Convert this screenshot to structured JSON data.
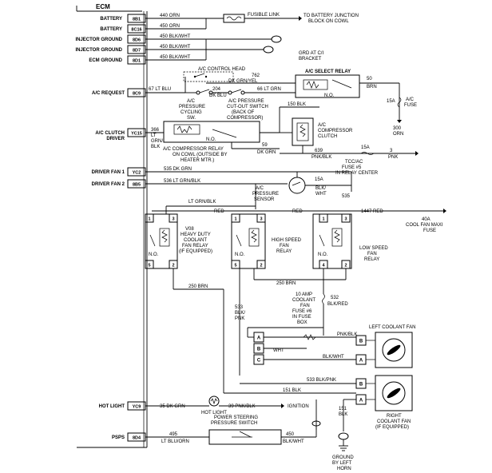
{
  "ecm": {
    "title": "ECM",
    "circuits": [
      {
        "name": "BATTERY",
        "pin": "8B1",
        "wire": "440 ORN"
      },
      {
        "name": "BATTERY",
        "pin": "8C16",
        "wire": "450 ORN"
      },
      {
        "name": "INJECTOR GROUND",
        "pin": "8D6",
        "wire": "450 BLK/WHT"
      },
      {
        "name": "INJECTOR GROUND",
        "pin": "8D7",
        "wire": "450 BLK/WHT"
      },
      {
        "name": "ECM GROUND",
        "pin": "8D1",
        "wire": "450 BLK/WHT"
      },
      {
        "name": "A/C REQUEST",
        "pin": "8C9",
        "wire": "67 LT BLU"
      },
      {
        "name": "A/C CLUTCH",
        "name2": "DRIVER",
        "pin": "YC15",
        "wire": "366",
        "wire2": "LT",
        "wire3": "GRN/",
        "wire4": "BLK"
      },
      {
        "name": "DRIVER FAN 1",
        "pin": "YC2",
        "wire": "535 DK GRN"
      },
      {
        "name": "DRIVER FAN 2",
        "pin": "8B5",
        "wire": "536 LT GRN/BLK"
      },
      {
        "name": "HOT LIGHT",
        "pin": "YC9",
        "wire": "35 DK GRN"
      },
      {
        "name": "PSPS",
        "pin": "8D4",
        "wire": "495",
        "wire2": "LT BLU/ORN"
      }
    ]
  },
  "top": {
    "fusible_link": "FUSIBLE LINK",
    "to_battery": "TO BATTERY JUNCTION",
    "to_battery2": "BLOCK ON COWL",
    "grd_l1": "GRD AT C/I",
    "grd_l2": "BRACKET"
  },
  "ac": {
    "control_head": "A/C CONTROL HEAD",
    "wire_762": "762",
    "wire_dkgrnyel": "DK GRN/YEL",
    "wire_204": "204",
    "wire_dkblu": "DK BLU",
    "wire_66": "66 LT GRN",
    "cycling_l1": "A/C",
    "cycling_l2": "PRESSURE",
    "cycling_l3": "CYCLING",
    "cycling_l4": "SW.",
    "cutout_l1": "A/C PRESSURE",
    "cutout_l2": "CUT-OUT SWITCH",
    "cutout_l3": "(BACK OF",
    "cutout_l4": "COMPRESSOR)",
    "select_relay": "A/C SELECT RELAY",
    "wire_50": "50",
    "wire_brn": "BRN",
    "fuse_15a": "15A",
    "fuse_l1": "A/C",
    "fuse_l2": "FUSE",
    "wire_300": "300",
    "wire_orn": "ORN",
    "wire_150": "150 BLK",
    "clutch_l1": "A/C",
    "clutch_l2": "COMPRESSOR",
    "clutch_l3": "CLUTCH",
    "comp_relay_l1": "A/C COMPRESSOR RELAY",
    "comp_relay_l2": "ON COWL (OUTSIDE BY",
    "comp_relay_l3": "HEATER MTR.)",
    "wire_59": "59",
    "wire_dkgrn": "DK GRN",
    "wire_639": "639",
    "wire_pnkblk": "PNK/BLK",
    "tcc_fuse": "15A",
    "tcc_l1": "TCC/AC",
    "tcc_l2": "FUSE #5",
    "tcc_l3": "IN RELAY CENTER",
    "wire_3": "3",
    "wire_pnk": "PNK",
    "no": "N.O."
  },
  "fans": {
    "sensor_l1": "A/C",
    "sensor_l2": "PRESSURE",
    "sensor_l3": "SENSOR",
    "sensor_15a": "15A",
    "sensor_wire_l1": "BLK/",
    "sensor_wire_l2": "WHT",
    "wire_535": "535",
    "lt_grn_blk": "LT GRN/BLK",
    "red": "RED",
    "red_1447": "1447 RED",
    "maxi_l1": "40A",
    "maxi_l2": "COOL FAN MAXI",
    "maxi_l3": "FUSE",
    "v08_l1": "V08",
    "v08_l2": "HEAVY DUTY",
    "v08_l3": "COOLANT",
    "v08_l4": "FAN RELAY",
    "v08_l5": "(IF EQUIPPED)",
    "high_l1": "HIGH SPEED",
    "high_l2": "FAN",
    "high_l3": "RELAY",
    "low_l1": "LOW SPEED",
    "low_l2": "FAN",
    "low_l3": "RELAY",
    "wire_250a": "250 BRN",
    "wire_250b": "250 BRN",
    "wire_533": "533",
    "wire_533_l2": "BLK/",
    "wire_533_l3": "PNK",
    "wire_532": "532",
    "wire_532_l2": "BLK/RED",
    "fuse10_l1": "10 AMP",
    "fuse10_l2": "COOLANT",
    "fuse10_l3": "FAN",
    "fuse10_l4": "FUSE #6",
    "fuse10_l5": "IN FUSE",
    "fuse10_l6": "BOX",
    "left_fan": "LEFT COOLANT FAN",
    "conn_pnkblk": "PNK/BLK",
    "conn_wht": "WHT",
    "conn_blkwht": "BLK/WHT",
    "wire_533b": "533 BLK/PNK",
    "wire_151": "151 BLK",
    "right_fan_l1": "RIGHT",
    "right_fan_l2": "COOLANT FAN",
    "right_fan_l3": "(IF EQUIPPED)",
    "gnd_151": "151",
    "gnd_blk": "BLK",
    "gnd_l1": "GROUND",
    "gnd_l2": "BY LEFT",
    "gnd_l3": "HORN"
  },
  "bottom": {
    "hot_light": "HOT LIGHT",
    "wire_39": "39 PNK/BLK",
    "ignition": "IGNITION",
    "psps_l1": "POWER STEERING",
    "psps_l2": "PRESSURE SWITCH",
    "wire_450": "450",
    "wire_450b": "BLK/WHT"
  },
  "terminals": {
    "a": "A",
    "b": "B",
    "c": "C",
    "t1": "1",
    "t2": "2",
    "t3": "3",
    "t4": "4",
    "t5": "5"
  }
}
